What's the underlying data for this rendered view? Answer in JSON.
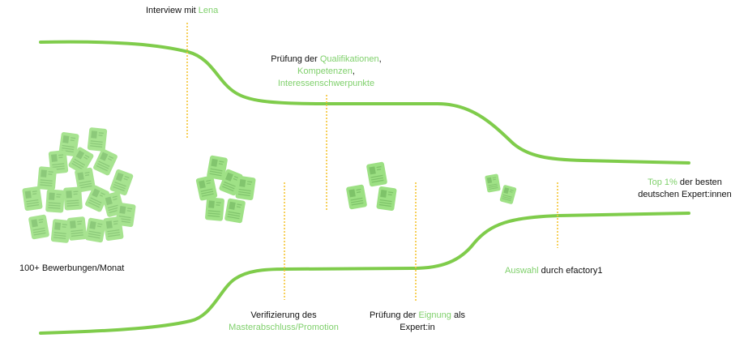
{
  "colors": {
    "funnel_line": "#7fcc4b",
    "divider": "#f5c533",
    "doc_fill": "#8fdc72",
    "doc_detail": "#6dbb55",
    "highlight_text": "#7fd06b",
    "text": "#111111"
  },
  "stages": {
    "intake": {
      "text": "100+ Bewerbungen/Monat"
    },
    "interview": {
      "prefix": "Interview mit ",
      "highlight": "Lena"
    },
    "qualification": {
      "prefix": "Prüfung der ",
      "highlight1": "Qualifikationen",
      "sep1": ",",
      "highlight2": "Kompetenzen",
      "sep2": ",",
      "highlight3": "Interessenschwerpunkte"
    },
    "verification": {
      "line1": "Verifizierung des",
      "highlight": "Masterabschluss/Promotion"
    },
    "suitability": {
      "prefix": "Prüfung der ",
      "highlight": "Eignung",
      "suffix": " als",
      "line2": "Expert:in"
    },
    "selection": {
      "highlight": "Auswahl",
      "suffix": " durch efactory1"
    },
    "result": {
      "highlight": "Top 1%",
      "suffix": " der besten",
      "line2": "deutschen Expert:innen"
    }
  },
  "icons": {
    "document": "resume-document-icon"
  }
}
